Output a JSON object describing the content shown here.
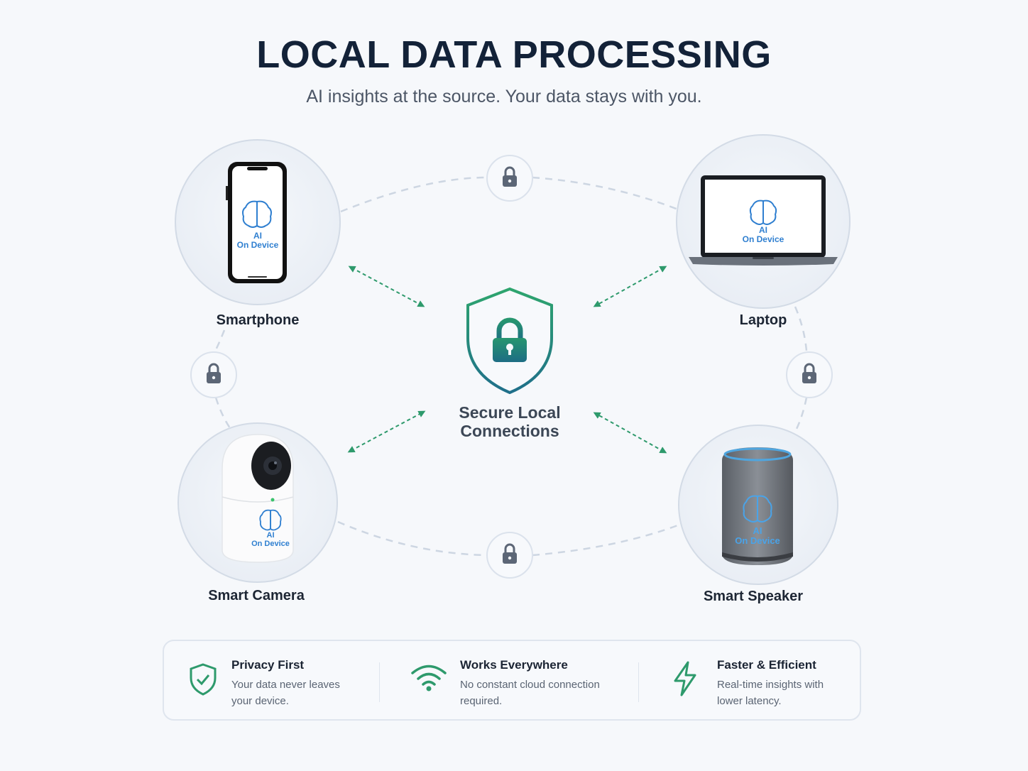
{
  "header": {
    "title": "LOCAL DATA PROCESSING",
    "subtitle": "AI insights at the source. Your data stays with you."
  },
  "center": {
    "label_line1": "Secure Local",
    "label_line2": "Connections",
    "icon": "shield-lock-icon"
  },
  "devices": [
    {
      "id": "smartphone",
      "label": "Smartphone",
      "ai_line1": "AI",
      "ai_line2": "On Device"
    },
    {
      "id": "laptop",
      "label": "Laptop",
      "ai_line1": "AI",
      "ai_line2": "On Device"
    },
    {
      "id": "camera",
      "label": "Smart Camera",
      "ai_line1": "AI",
      "ai_line2": "On Device"
    },
    {
      "id": "speaker",
      "label": "Smart Speaker",
      "ai_line1": "AI",
      "ai_line2": "On Device"
    }
  ],
  "features": [
    {
      "title": "Privacy First",
      "desc": "Your data never leaves your device.",
      "icon": "shield-check-icon"
    },
    {
      "title": "Works Everywhere",
      "desc": "No constant cloud connection required.",
      "icon": "wifi-icon"
    },
    {
      "title": "Faster & Efficient",
      "desc": "Real-time insights with lower latency.",
      "icon": "lightning-icon"
    }
  ],
  "colors": {
    "accent_green": "#2e9a6c",
    "accent_teal": "#1f7d86",
    "ai_blue": "#2f7fd0",
    "lock_gray": "#5c6676"
  }
}
